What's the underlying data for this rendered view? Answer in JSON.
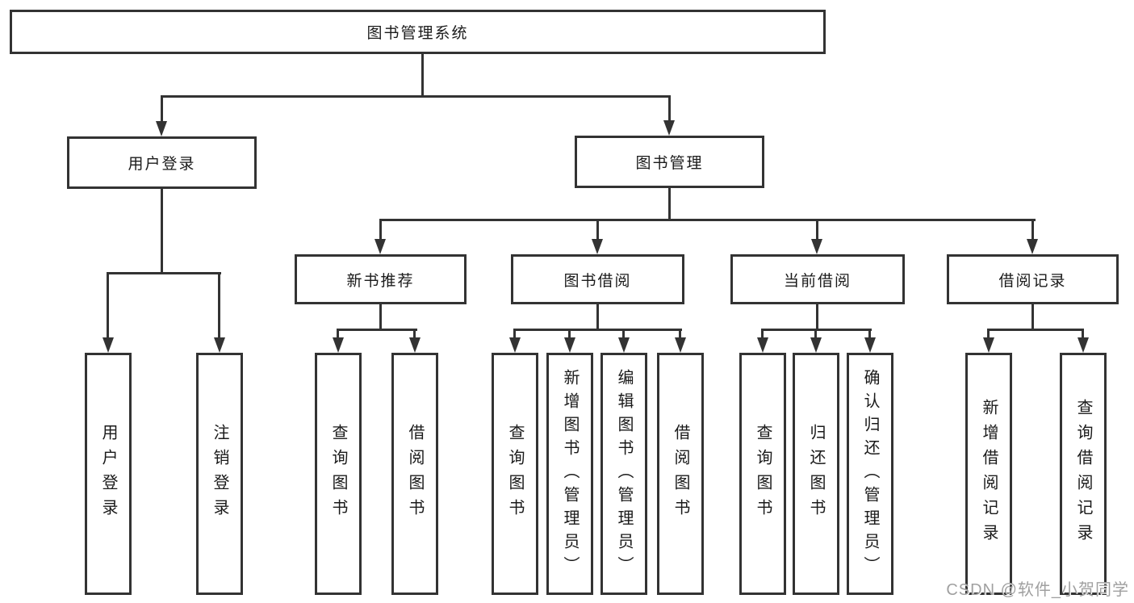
{
  "diagram": {
    "root": {
      "label": "图书管理系统"
    },
    "branches": [
      {
        "label": "用户登录",
        "children": [
          {
            "label": "用户登录"
          },
          {
            "label": "注销登录"
          }
        ]
      },
      {
        "label": "图书管理",
        "children": [
          {
            "label": "新书推荐",
            "children": [
              {
                "label": "查询图书"
              },
              {
                "label": "借阅图书"
              }
            ]
          },
          {
            "label": "图书借阅",
            "children": [
              {
                "label": "查询图书"
              },
              {
                "label": "新增图书（管理员）"
              },
              {
                "label": "编辑图书（管理员）"
              },
              {
                "label": "借阅图书"
              }
            ]
          },
          {
            "label": "当前借阅",
            "children": [
              {
                "label": "查询图书"
              },
              {
                "label": "归还图书"
              },
              {
                "label": "确认归还（管理员）"
              }
            ]
          },
          {
            "label": "借阅记录",
            "children": [
              {
                "label": "新增借阅记录"
              },
              {
                "label": "查询借阅记录"
              }
            ]
          }
        ]
      }
    ]
  },
  "watermark": {
    "text": "CSDN @软件_小贺同学"
  },
  "colors": {
    "line": "#333333",
    "box_border": "#333333",
    "box_fill": "#ffffff",
    "text": "#1a1a1a",
    "watermark": "#a0a0a0",
    "background": "#ffffff"
  }
}
